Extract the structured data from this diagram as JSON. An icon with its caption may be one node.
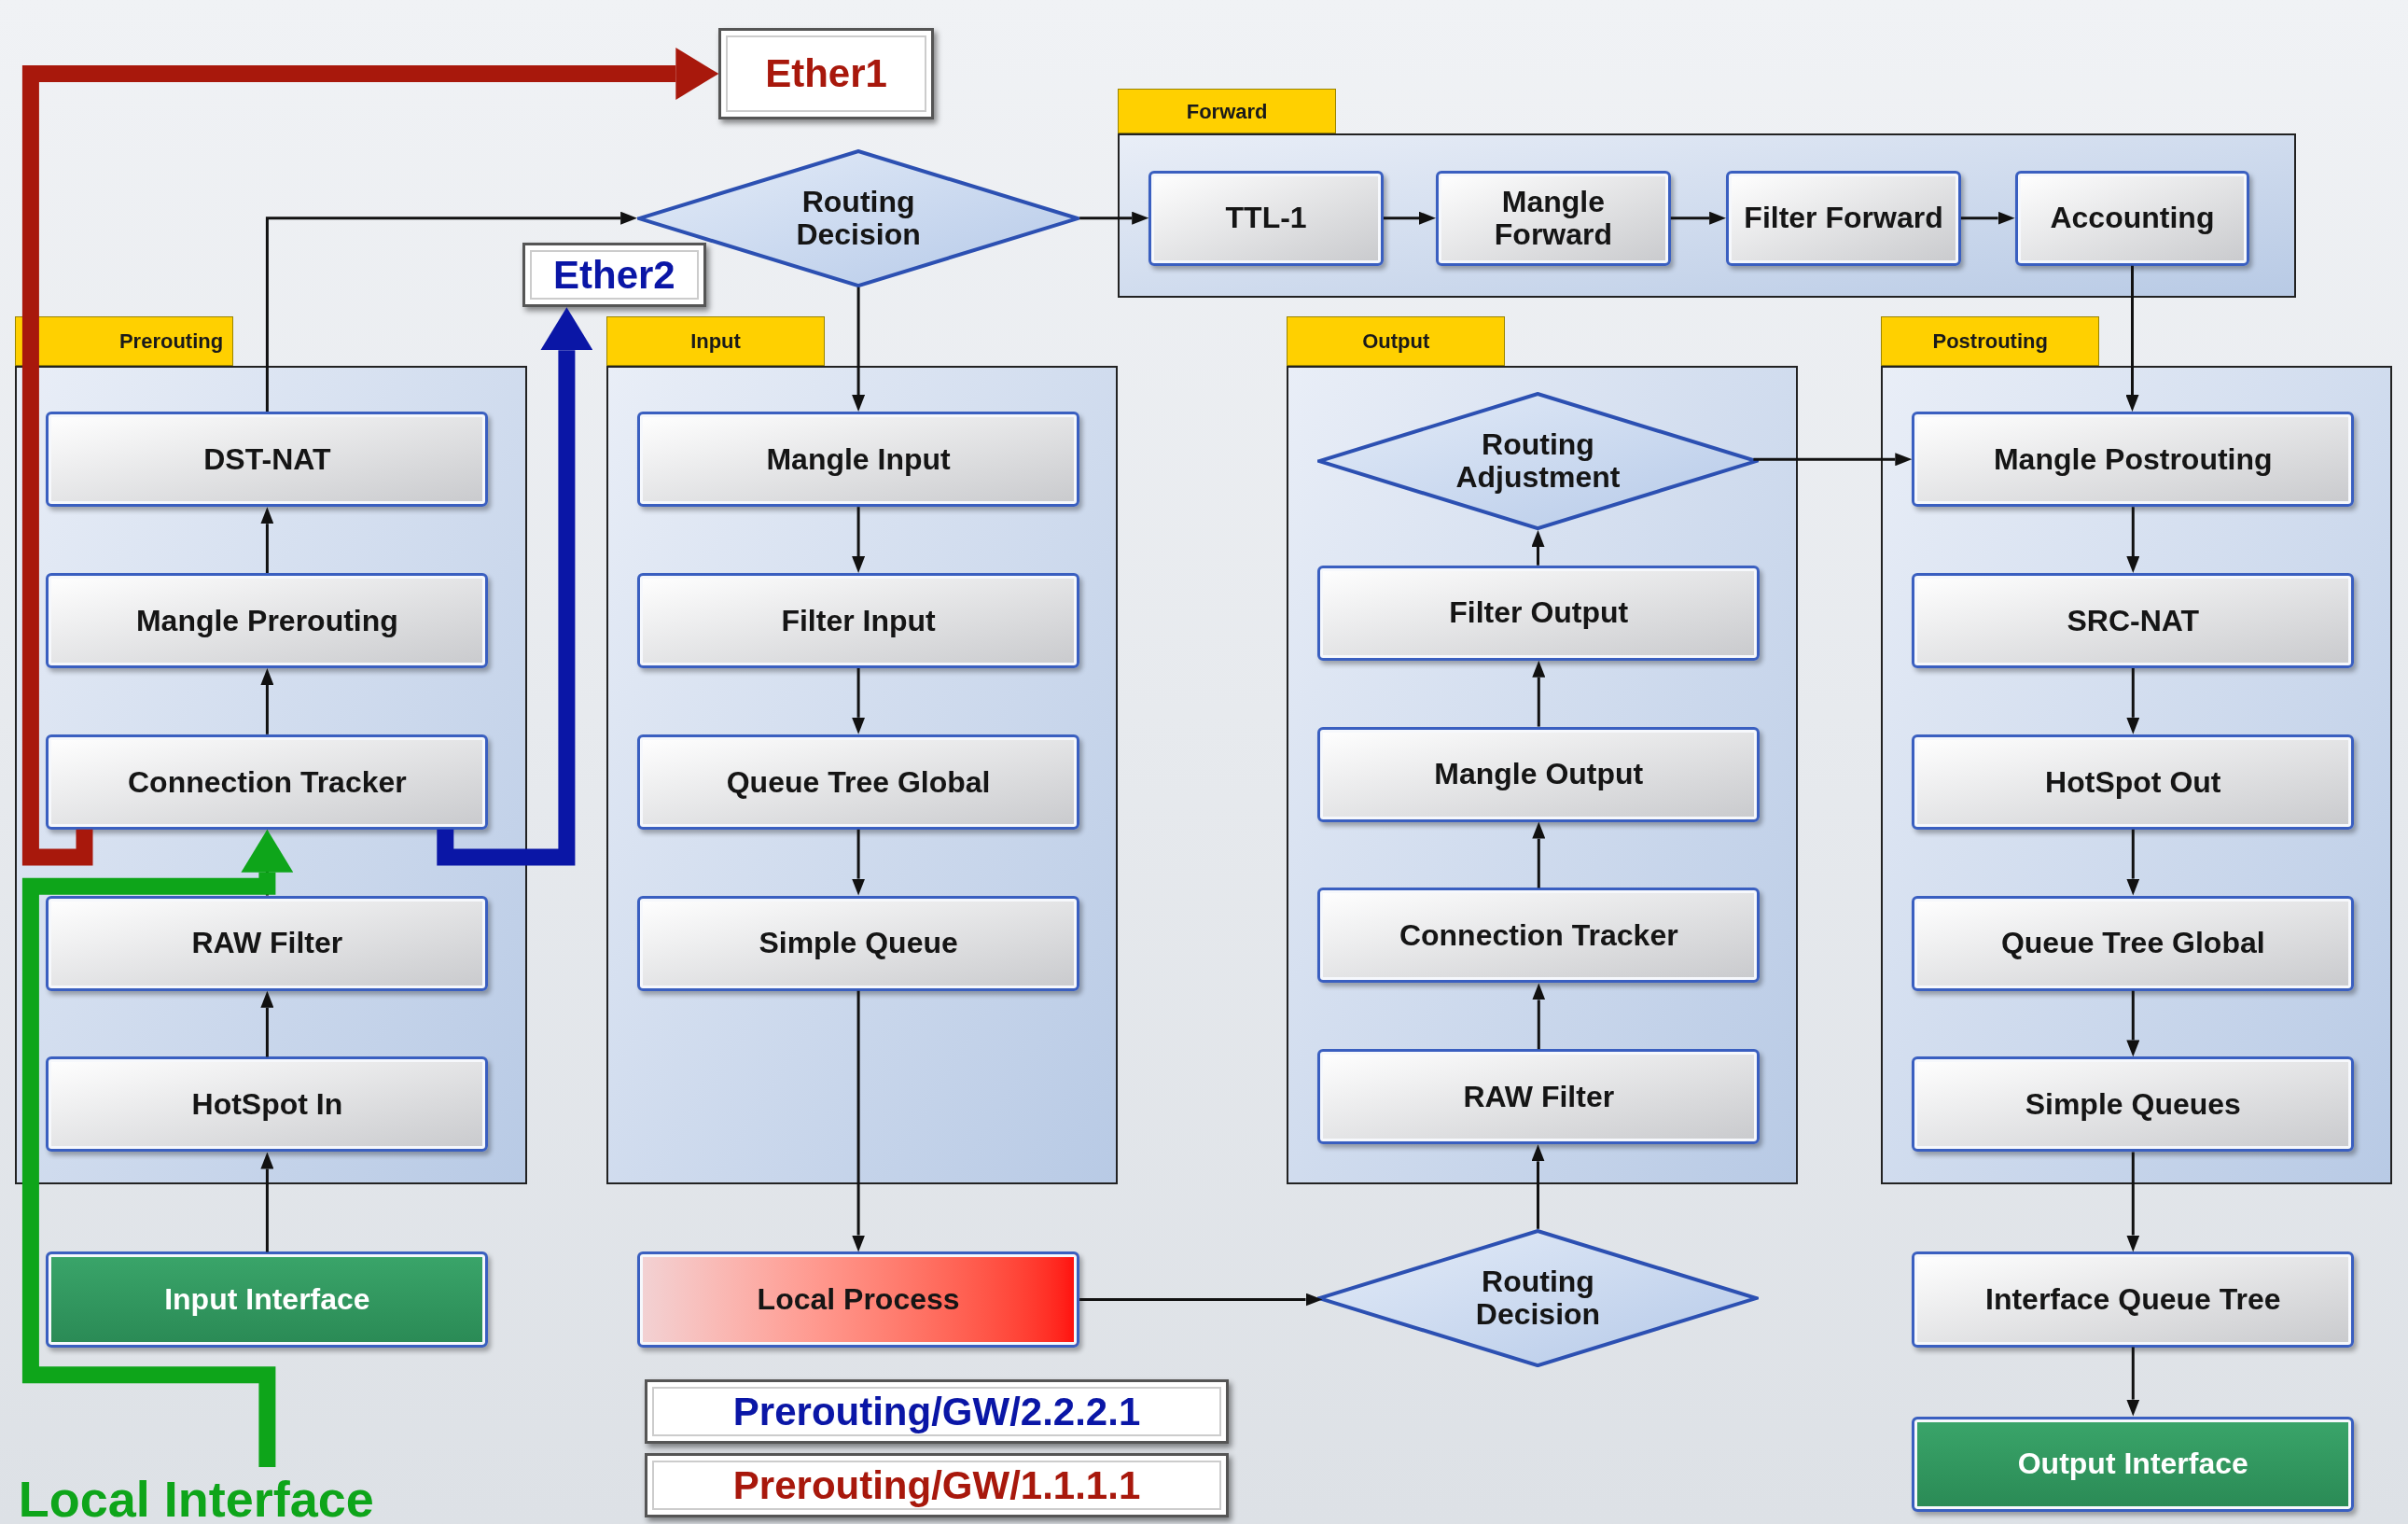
{
  "diagram": {
    "nodes": [
      {
        "text": [
          "Ether1"
        ]
      },
      {
        "text": [
          "Routing Decision"
        ]
      },
      {
        "text": [
          "Forward"
        ]
      },
      {
        "text": [
          "TTL-1"
        ],
        "in": 2
      },
      {
        "text": [
          "Mangle Forward"
        ],
        "in": 2
      },
      {
        "text": [
          "Filter Forward"
        ],
        "in": 2
      },
      {
        "text": [
          "Accounting"
        ],
        "in": 2
      },
      {
        "text": [
          "Prerouting"
        ]
      },
      {
        "text": [
          "DST-NAT"
        ],
        "in": 7
      },
      {
        "text": [
          "Mangle Prerouting"
        ],
        "in": 7
      },
      {
        "text": [
          "Connection Tracker"
        ],
        "in": 7
      },
      {
        "text": [
          "RAW Filter"
        ],
        "in": 7
      },
      {
        "text": [
          "HotSpot In"
        ],
        "in": 7
      },
      {
        "text": [
          "Ether2"
        ]
      },
      {
        "text": [
          "Input"
        ]
      },
      {
        "text": [
          "Mangle Input"
        ],
        "in": 14
      },
      {
        "text": [
          "Filter Input"
        ],
        "in": 14
      },
      {
        "text": [
          "Queue Tree Global"
        ],
        "in": 14
      },
      {
        "text": [
          "Simple Queue"
        ],
        "in": 14
      },
      {
        "text": [
          "Prerouting/GW/2.2.2.1"
        ]
      },
      {
        "text": [
          "Prerouting/GW/1.1.1.1"
        ]
      },
      {
        "text": [
          "Output"
        ]
      },
      {
        "text": [
          "Routing Adjustment"
        ],
        "in": 21
      },
      {
        "text": [
          "Filter Output"
        ],
        "in": 21
      },
      {
        "text": [
          "Mangle Output"
        ],
        "in": 21
      },
      {
        "text": [
          "Connection Tracker"
        ],
        "in": 21
      },
      {
        "text": [
          "RAW Filter"
        ],
        "in": 21
      },
      {
        "text": [
          "Postrouting"
        ]
      },
      {
        "text": [
          "Mangle Postrouting"
        ],
        "in": 27
      },
      {
        "text": [
          "SRC-NAT"
        ],
        "in": 27
      },
      {
        "text": [
          "HotSpot Out"
        ],
        "in": 27
      },
      {
        "text": [
          "Queue Tree Global"
        ],
        "in": 27
      },
      {
        "text": [
          "Simple Queues"
        ],
        "in": 27
      },
      {
        "text": [
          "Input Interface"
        ]
      },
      {
        "text": [
          "Local Process"
        ]
      },
      {
        "text": [
          "Routing Decision"
        ]
      },
      {
        "text": [
          "Interface Queue Tree"
        ]
      },
      {
        "text": [
          "Output Interface"
        ]
      },
      {
        "text": [
          "Local Interface"
        ]
      }
    ],
    "edges": [
      {
        "from": 8,
        "to": 1,
        "arrow": "to"
      },
      {
        "from": 9,
        "to": 8,
        "arrow": "to"
      },
      {
        "from": 10,
        "to": 9,
        "arrow": "to"
      },
      {
        "from": 11,
        "to": 10,
        "arrow": "to"
      },
      {
        "from": 12,
        "to": 11,
        "arrow": "to"
      },
      {
        "from": 33,
        "to": 12,
        "arrow": "to"
      },
      {
        "from": 1,
        "to": 3,
        "arrow": "to"
      },
      {
        "from": 3,
        "to": 4,
        "arrow": "to"
      },
      {
        "from": 4,
        "to": 5,
        "arrow": "to"
      },
      {
        "from": 5,
        "to": 6,
        "arrow": "to"
      },
      {
        "from": 6,
        "to": 28,
        "arrow": "to"
      },
      {
        "from": 1,
        "to": 15,
        "arrow": "to"
      },
      {
        "from": 15,
        "to": 16,
        "arrow": "to"
      },
      {
        "from": 16,
        "to": 17,
        "arrow": "to"
      },
      {
        "from": 17,
        "to": 18,
        "arrow": "to"
      },
      {
        "from": 18,
        "to": 34,
        "arrow": "to"
      },
      {
        "from": 34,
        "to": 35,
        "arrow": "to"
      },
      {
        "from": 35,
        "to": 26,
        "arrow": "to"
      },
      {
        "from": 26,
        "to": 25,
        "arrow": "to"
      },
      {
        "from": 25,
        "to": 24,
        "arrow": "to"
      },
      {
        "from": 24,
        "to": 23,
        "arrow": "to"
      },
      {
        "from": 23,
        "to": 22,
        "arrow": "to"
      },
      {
        "from": 22,
        "to": 28,
        "arrow": "to"
      },
      {
        "from": 28,
        "to": 29,
        "arrow": "to"
      },
      {
        "from": 29,
        "to": 30,
        "arrow": "to"
      },
      {
        "from": 30,
        "to": 31,
        "arrow": "to"
      },
      {
        "from": 31,
        "to": 32,
        "arrow": "to"
      },
      {
        "from": 32,
        "to": 36,
        "arrow": "to"
      },
      {
        "from": 36,
        "to": 37,
        "arrow": "to"
      },
      {
        "from": 10,
        "to": 0,
        "arrow": "to",
        "style": "thick",
        "color": "#a8180c"
      },
      {
        "from": 10,
        "to": 13,
        "arrow": "to",
        "style": "thick",
        "color": "#0a16a6"
      },
      {
        "from": 38,
        "to": 10,
        "arrow": "to",
        "style": "thick",
        "color": "#0ea51a"
      }
    ]
  }
}
